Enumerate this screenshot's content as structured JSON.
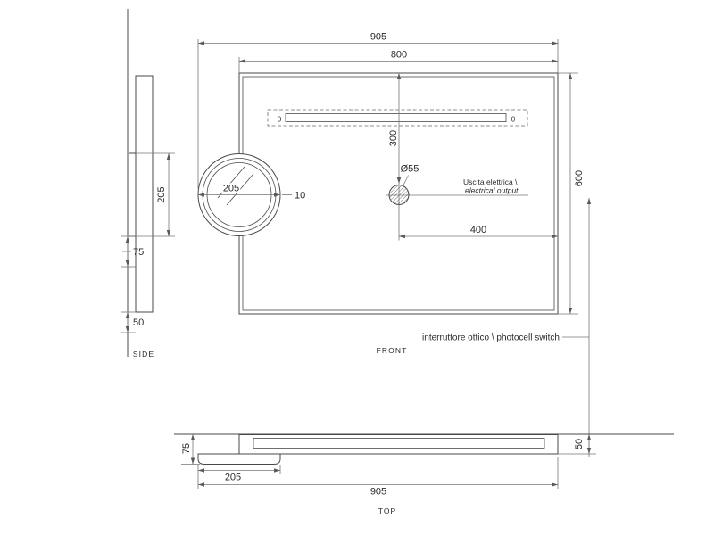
{
  "colors": {
    "line": "#4a4a4a",
    "text": "#2b2b2b",
    "background": "#ffffff"
  },
  "side_view": {
    "label": "SIDE",
    "dim_magnifier_diameter": "205",
    "dim_offset": "75",
    "dim_bottom_gap": "50"
  },
  "front_view": {
    "label": "FRONT",
    "dim_total_width": "905",
    "dim_mirror_width": "800",
    "dim_mirror_height": "600",
    "dim_output_drop": "300",
    "dim_output_offset": "400",
    "light_strip": {
      "mark_left": "0",
      "mark_right": "0"
    },
    "magnifier": {
      "dim_diameter": "205",
      "dim_rim": "10"
    },
    "electrical_output": {
      "dim_diameter": "Ø55",
      "note_line1": "Uscita elettrica \\",
      "note_line2": "electrical output"
    },
    "photocell_note": "interruttore ottico \\ photocell switch"
  },
  "top_view": {
    "label": "TOP",
    "dim_total_depth": "75",
    "dim_magnifier_width": "205",
    "dim_total_width": "905",
    "dim_mirror_depth": "50"
  }
}
